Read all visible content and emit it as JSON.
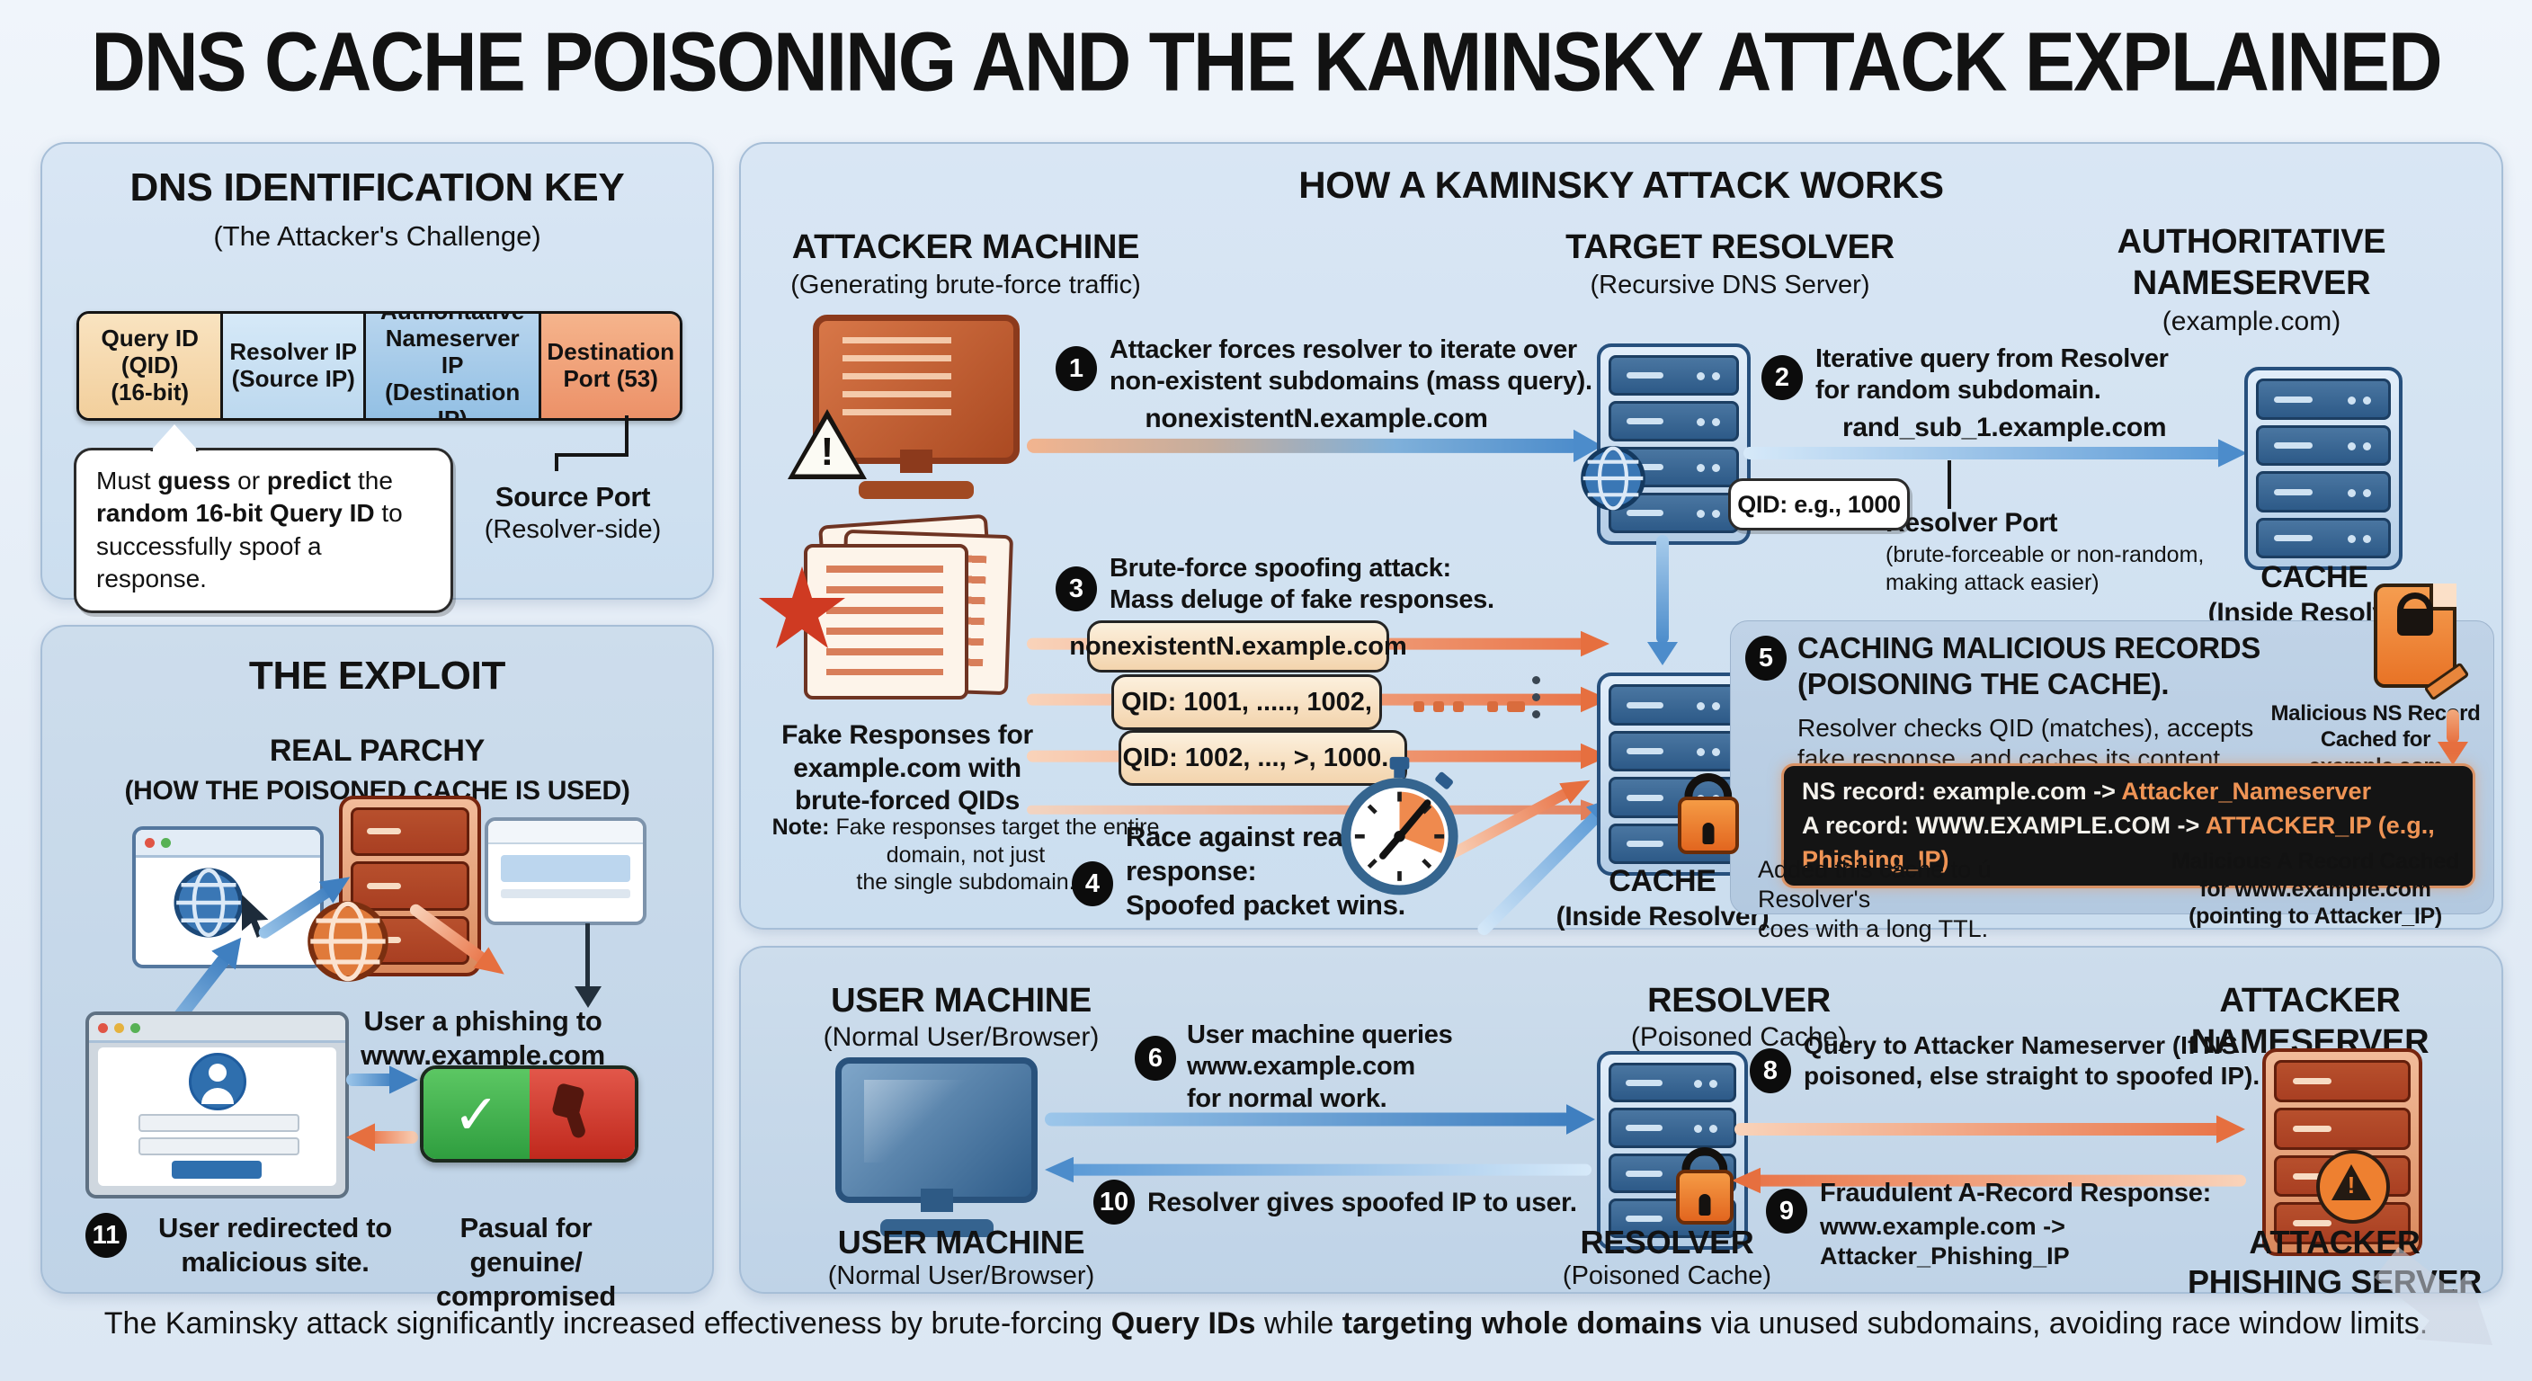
{
  "palette": {
    "background": "#e6eef7",
    "panel": "#d2e2f1",
    "panel_dark": "#c7d9ea",
    "arrow_blue": "#4f8fd0",
    "arrow_orange": "#e9764a",
    "record_box": "#141414",
    "record_orange": "#ef9455",
    "qid_cell": "#f6d9ae",
    "resolver_cell": "#c9e0f3",
    "auth_cell": "#a3c9e9",
    "port_cell": "#f0a47e",
    "check_green": "#45b14b",
    "thumb_red": "#d8463c"
  },
  "page": {
    "title": "DNS CACHE POISONING AND THE KAMINSKY ATTACK EXPLAINED",
    "footer": [
      {
        "t": "The Kaminsky attack significantly increased effectiveness by brute-forcing "
      },
      {
        "t": "Query IDs",
        "b": true
      },
      {
        "t": " while "
      },
      {
        "t": "targeting whole domains",
        "b": true
      },
      {
        "t": " via unused subdomains, avoiding race window limits."
      }
    ]
  },
  "dns_key": {
    "title": "DNS IDENTIFICATION KEY",
    "subtitle": "(The Attacker's Challenge)",
    "cells": [
      {
        "label": "Query ID\n(QID)\n(16-bit)"
      },
      {
        "label": "Resolver IP\n(Source IP)"
      },
      {
        "label": "Authoritative\nNameserver IP\n(Destination IP)"
      },
      {
        "label": "Destination\nPort (53)"
      }
    ],
    "bubble": [
      {
        "t": "Must "
      },
      {
        "t": "guess",
        "b": true
      },
      {
        "t": " or "
      },
      {
        "t": "predict",
        "b": true
      },
      {
        "t": " the "
      },
      {
        "t": "random 16-bit Query ID",
        "b": true
      },
      {
        "t": " to successfully spoof a response."
      }
    ],
    "source_port": "Source Port",
    "source_port_sub": "(Resolver-side)"
  },
  "exploit": {
    "title": "THE EXPLOIT",
    "subtitle": "REAL PARCHY",
    "subtitle2": "(HOW THE POISONED CACHE IS USED)",
    "phishing_caption": "User a phishing to\nwww.example.com",
    "step11_num": "11",
    "step11_text": "User redirected to\nmalicious site.",
    "genuine_caption": "Pasual for genuine/\ncompromised"
  },
  "kaminsky": {
    "title": "HOW A KAMINSKY ATTACK WORKS",
    "attacker_header": "ATTACKER MACHINE",
    "attacker_sub": "(Generating brute-force traffic)",
    "resolver_header": "TARGET RESOLVER",
    "resolver_sub": "(Recursive DNS Server)",
    "auth_header": "AUTHORITATIVE\nNAMESERVER",
    "auth_sub": "(example.com)",
    "step1_num": "1",
    "step1_text": "Attacker forces resolver to iterate over\nnon-existent subdomains (mass query).",
    "arrow1_label": "nonexistentN.example.com",
    "step2_num": "2",
    "step2_text": "Iterative query from Resolver\nfor random subdomain.",
    "arrow2_label": "rand_sub_1.example.com",
    "qid_bubble": "QID: e.g., 1000",
    "resolver_port": "Resolver Port",
    "resolver_port_sub": "(brute-forceable or non-random,\nmaking attack easier)",
    "auth_cache": "CACHE",
    "auth_cache_sub": "(Inside Resolver)",
    "step3_num": "3",
    "step3_text": "Brute-force spoofing attack:\nMass deluge of fake responses.",
    "pills": [
      "nonexistentN.example.com",
      "QID: 1001, ....., 1002,",
      "QID: 1002, ..., >, 1000..."
    ],
    "fake_label": "Fake Responses for\nexample.com with\nbrute-forced QIDs",
    "note": [
      {
        "t": "Note:",
        "b": true
      },
      {
        "t": " Fake responses target the entire domain, not just\nthe single subdomain."
      }
    ],
    "step4_num": "4",
    "step4_text": "Race against real\nresponse:\nSpoofed packet wins.",
    "cache": "CACHE",
    "cache_sub": "(Inside Resolver)",
    "step5_num": "5",
    "step5_heading": "CACHING MALICIOUS RECORDS\n(POISONING THE CACHE).",
    "step5_body": "Resolver checks QID (matches), accepts\nfake response, and caches its content.",
    "malicious_ns": "Malicious NS Record\nCached for example.com\n(points to attacker)",
    "record_line1": [
      {
        "t": "NS record: example.com -> "
      },
      {
        "t": "Attacker_Nameserver",
        "c": "orange"
      }
    ],
    "record_line2": [
      {
        "t": "A record: WWW.EXAMPLE.COM -> "
      },
      {
        "t": "ATTACKER_IP (e.g., Phishing_IP)",
        "c": "orange"
      }
    ],
    "added_note": "Added this cache to ú Resolver's\ncoes with a long TTL.",
    "malicious_a": "Malicious A Record Cached\nfor www.example.com\n(pointing to Attacker_IP)"
  },
  "flow": {
    "user_header": "USER MACHINE",
    "user_sub": "(Normal User/Browser)",
    "resolver_header": "RESOLVER",
    "resolver_sub": "(Poisoned Cache)",
    "attacker_header": "ATTACKER\nNAMESERVER",
    "step6_num": "6",
    "step6_text": "User machine queries\nwww.example.com\nfor normal work.",
    "step10_num": "10",
    "step10_text": "Resolver gives spoofed IP to user.",
    "user_label": "USER MACHINE",
    "user_label_sub": "(Normal User/Browser)",
    "resolver_label": "RESOLVER",
    "resolver_label_sub": "(Poisoned Cache)",
    "step8_num": "8",
    "step8_text": [
      {
        "t": "Query to Attacker Nameserver",
        "b": true
      },
      {
        "t": " (If NS\npoisoned, else straight to spoofed IP)."
      }
    ],
    "step9_num": "9",
    "step9_head": "Fraudulent A-Record Response:",
    "step9_sub": "www.example.com -> Attacker_Phishing_IP",
    "attacker_label": "ATTACKER\nPHISHING SERVER"
  }
}
